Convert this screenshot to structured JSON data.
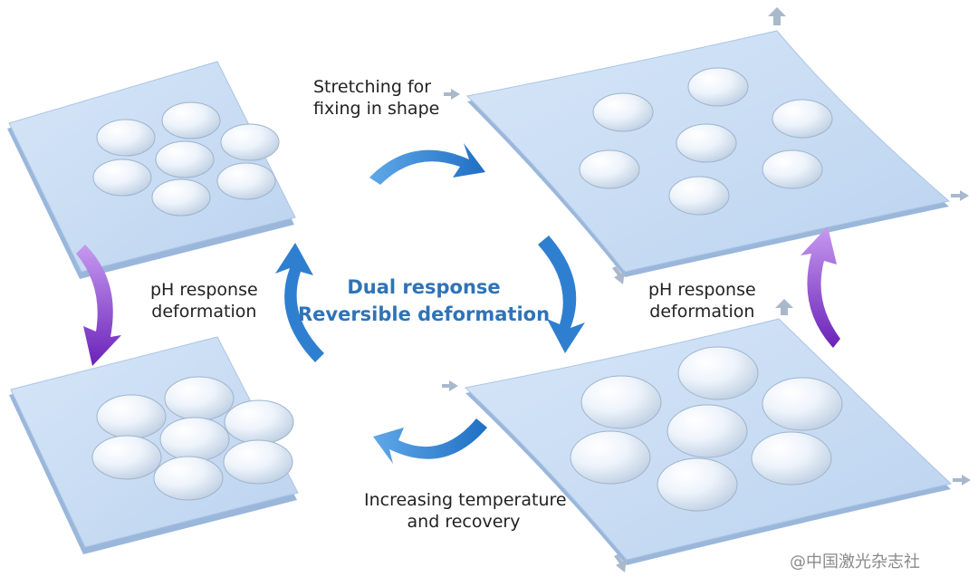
{
  "labels": {
    "stretching": [
      "Stretching for",
      "fixing in shape"
    ],
    "ph_left": [
      "pH response",
      "deformation"
    ],
    "ph_right": [
      "pH response",
      "deformation"
    ],
    "recovery": [
      "Increasing temperature",
      "and  recovery"
    ],
    "center": [
      "Dual response",
      "Reversible deformation"
    ]
  },
  "watermark": "@中国激光杂志社",
  "colors": {
    "sheet": "#c8dcf3",
    "sheet_edge": "#9cbadf",
    "blue_arrow": "#2f7fd0",
    "purple_arrow": "#7a2fc2",
    "title": "#2f73b7"
  }
}
